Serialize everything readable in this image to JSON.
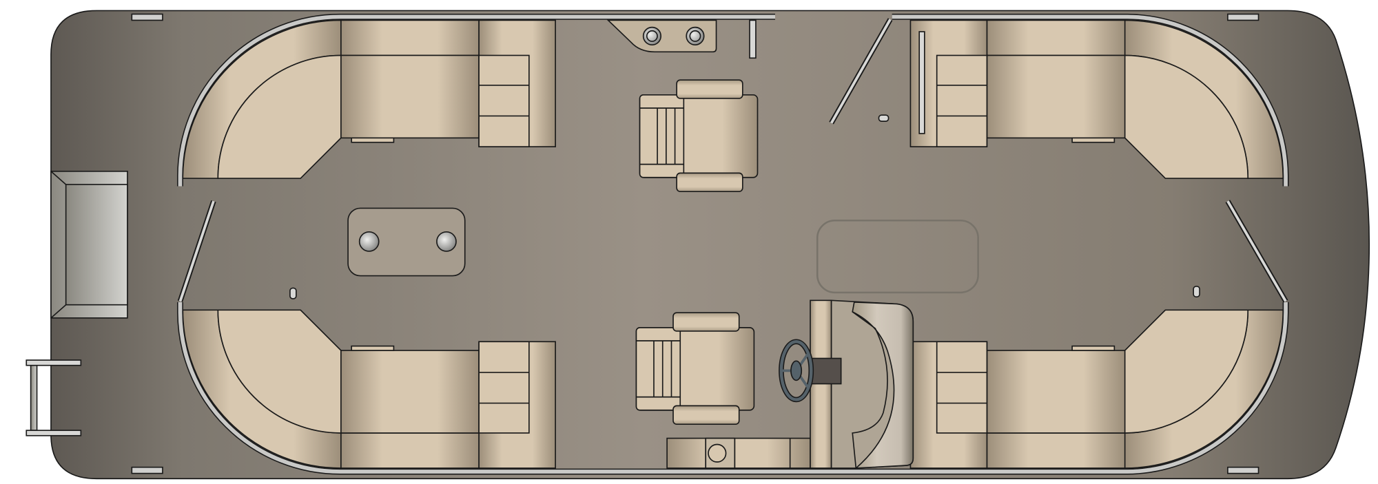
{
  "diagram": {
    "type": "pontoon boat floor plan (top view)",
    "components": [
      "deck",
      "perimeter-rail",
      "corner-lounge-seats",
      "captain-chairs",
      "table",
      "helm-console",
      "steering-wheel",
      "boarding-ladder",
      "storage-hatch",
      "gates"
    ]
  },
  "colors": {
    "deck_edge": "#5e5953",
    "deck_center": "#9a9186",
    "cushion_light": "#d8c8b0",
    "cushion_dark": "#9c8e7a",
    "rail": "#c9c9c7",
    "outline": "#1a1a1a",
    "wheel": "#55626a",
    "helm_panel": "#afa595"
  }
}
